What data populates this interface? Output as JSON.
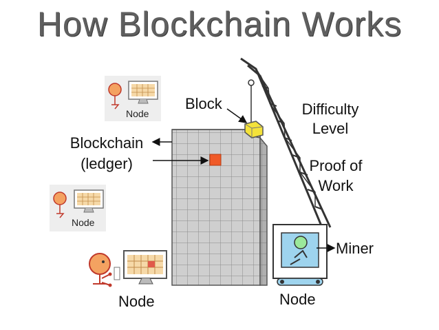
{
  "title": "How Blockchain Works",
  "labels": {
    "block": "Block",
    "blockchain": "Blockchain",
    "ledger": "(ledger)",
    "difficulty_line1": "Difficulty",
    "difficulty_line2": "Level",
    "proof_line1": "Proof of",
    "proof_line2": "Work",
    "miner": "Miner",
    "node_top": "Node",
    "node_mid": "Node",
    "node_bottom_left": "Node",
    "node_bottom_right": "Node"
  },
  "icons": [
    "person-icon",
    "computer-icon",
    "crane-icon",
    "building-icon",
    "block-icon",
    "arrow-icon"
  ],
  "colors": {
    "building": "#cfcfcf",
    "grid": "#8a8a8a",
    "highlight_block": "#f05a28",
    "hoist_block": "#f4e23a",
    "person": "#f4a261",
    "screen_cell": "#f6d9a8",
    "cab": "#9ed4ee"
  }
}
